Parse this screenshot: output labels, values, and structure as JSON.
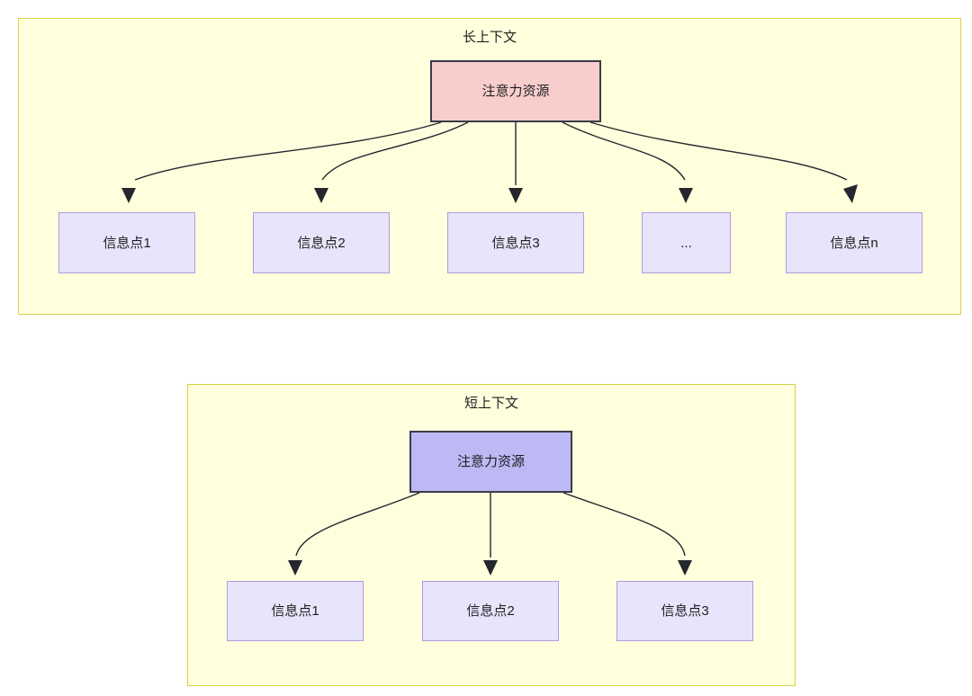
{
  "diagram": {
    "title_semantics": "attention-resource-allocation-long-vs-short-context",
    "panels": [
      {
        "id": "long-context",
        "title": "长上下文",
        "root": {
          "label": "注意力资源",
          "fill": "#f8cecc",
          "stroke": "#3b3b47"
        },
        "leaves": [
          {
            "label": "信息点1"
          },
          {
            "label": "信息点2"
          },
          {
            "label": "信息点3"
          },
          {
            "label": "..."
          },
          {
            "label": "信息点n"
          }
        ],
        "leaf_fill": "#e7e4fb",
        "leaf_stroke": "#b19ae0",
        "panel_fill": "#ffffdd",
        "panel_stroke": "#d6d346"
      },
      {
        "id": "short-context",
        "title": "短上下文",
        "root": {
          "label": "注意力资源",
          "fill": "#bcb9f5",
          "stroke": "#3b3b47"
        },
        "leaves": [
          {
            "label": "信息点1"
          },
          {
            "label": "信息点2"
          },
          {
            "label": "信息点3"
          }
        ],
        "leaf_fill": "#e7e4fb",
        "leaf_stroke": "#b19ae0",
        "panel_fill": "#ffffdd",
        "panel_stroke": "#d6d346"
      }
    ],
    "edge_color": "#26262e",
    "background": "#ffffff"
  }
}
